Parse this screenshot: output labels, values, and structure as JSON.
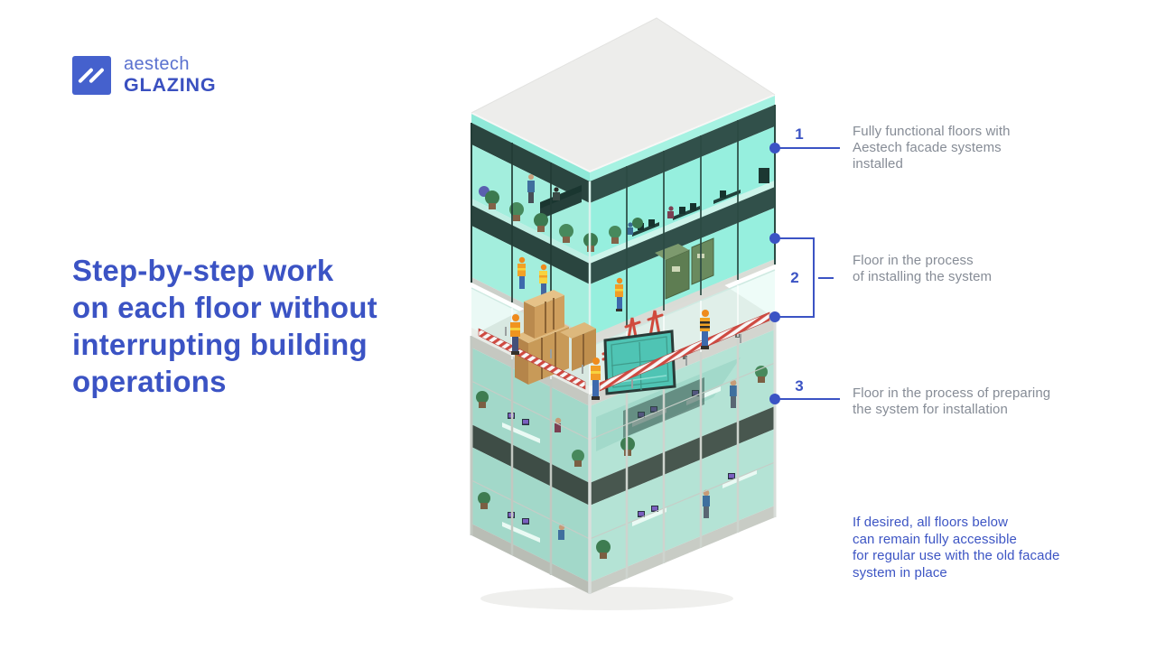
{
  "brand": {
    "line1": "aestech",
    "line2": "GLAZING"
  },
  "headline": "Step-by-step work\non each floor without\ninterrupting building\noperations",
  "callouts": [
    {
      "number": "1",
      "text": "Fully functional floors with\nAestech facade systems\ninstalled"
    },
    {
      "number": "2",
      "text": "Floor in the process\nof installing the system"
    },
    {
      "number": "3",
      "text": "Floor in the process of preparing\nthe system for installation"
    }
  ],
  "footnote": "If desired, all floors below\ncan remain fully accessible\nfor regular use with the old facade\nsystem in place",
  "colors": {
    "accent": "#3b53c4",
    "muted_text": "#868c96",
    "glass_new": "#96efde",
    "glass_old": "#b4e3d5",
    "spandrel_dark": "#31504a",
    "roof": "#ededeb",
    "deck": "#dbdcd7",
    "safety_orange": "#f0941f",
    "barrier_red": "#cf4a41",
    "wood_crate": "#c89a58",
    "panel_teal": "#4fc4b4"
  }
}
